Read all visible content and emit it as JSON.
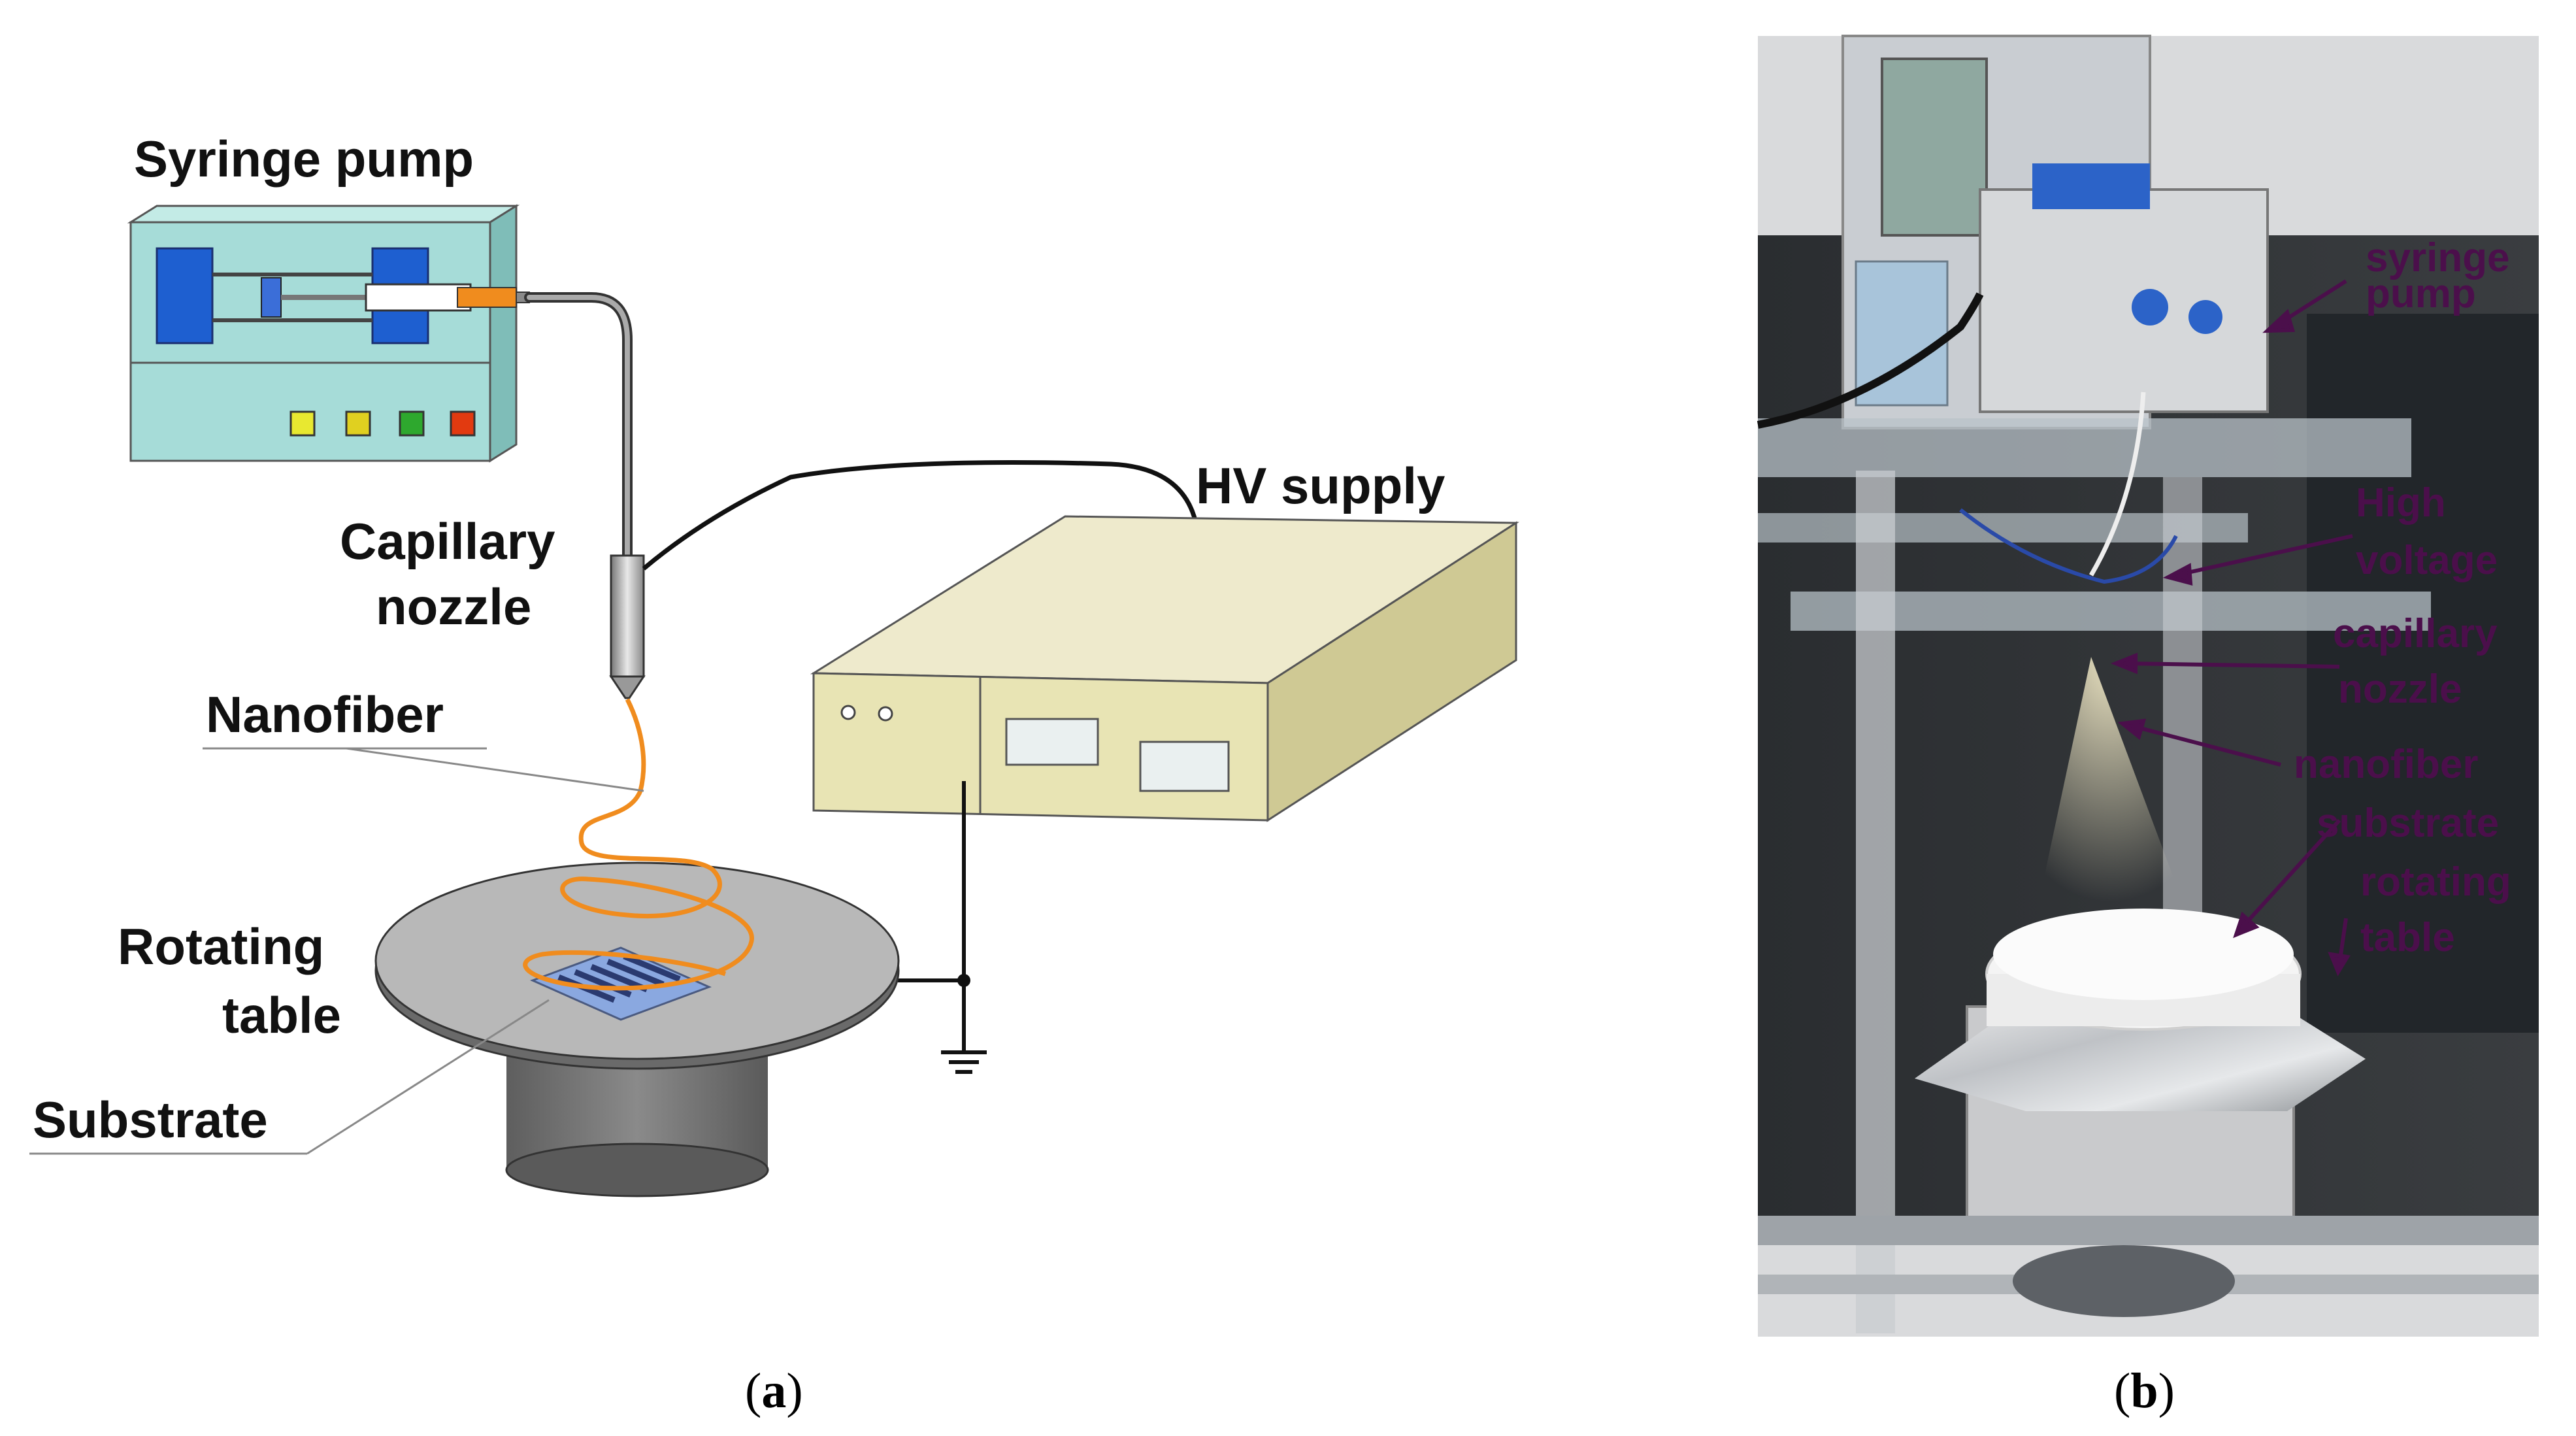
{
  "panel_a": {
    "labels": {
      "syringe_pump": "Syringe pump",
      "hv_supply": "HV supply",
      "capillary_line1": "Capillary",
      "capillary_line2": "nozzle",
      "nanofiber": "Nanofiber",
      "rotating_line1": "Rotating",
      "rotating_line2": "table",
      "substrate": "Substrate"
    },
    "indicator_colors": [
      "#e8e830",
      "#e0d020",
      "#2ea82e",
      "#e23a10"
    ]
  },
  "panel_b": {
    "labels": {
      "syringe_line1": "syringe",
      "syringe_line2": "pump",
      "hv_line1": "High",
      "hv_line2": "voltage",
      "capillary_line1": "capillary",
      "capillary_line2": "nozzle",
      "nanofiber": "nanofiber",
      "substrate": "substrate",
      "rotating_line1": "rotating",
      "rotating_line2": "table"
    },
    "label_color": "#4b0f4b"
  },
  "captions": {
    "a": {
      "open": "(",
      "letter": "a",
      "close": ")"
    },
    "b": {
      "open": "(",
      "letter": "b",
      "close": ")"
    }
  },
  "colors": {
    "pump_body": "#a6dcd8",
    "hv_box": "#e8e4b4",
    "fiber": "#f08c1e",
    "table_top": "#b8b8b8",
    "substrate": "#8aa8e0"
  }
}
